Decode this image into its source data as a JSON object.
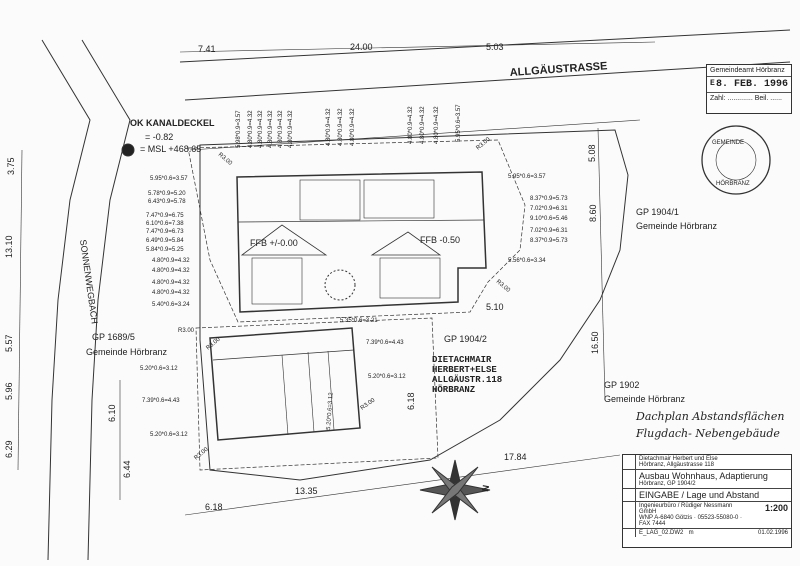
{
  "streets": {
    "main": "ALLGÄUSTRASSE",
    "side": "SONNENWEGBACH"
  },
  "top_dimensions": [
    "7.41",
    "24.00",
    "5.03"
  ],
  "benchmark": {
    "title": "OK KANALDECKEL",
    "value1": "= -0.82",
    "value2": "= MSL +468.65"
  },
  "rotated_distances": [
    "5.98*0.9=3.57",
    "4.80*0.9=4.32",
    "4.80*0.9=4.32",
    "4.80*0.9=4.32",
    "4.80*0.9=4.32",
    "4.80*0.9=4.32",
    "4.80*0.9=4.32",
    "4.80*0.9=4.32",
    "4.80*0.9=4.32",
    "4.80*0.9=4.32",
    "4.80*0.9=4.32",
    "4.80*0.9=4.32",
    "5.95*0.6=3.57"
  ],
  "left_distances": [
    "5.95*0.6=3.57",
    "5.78*0.9=5.20",
    "6.43*0.9=5.78",
    "7.47*0.9=6.75",
    "6.10*0.6=7.38",
    "7.47*0.9=6.73",
    "6.49*0.9=5.84",
    "5.84*0.9=5.25",
    "4.80*0.9=4.32",
    "4.80*0.9=4.32",
    "4.80*0.9=4.32",
    "4.80*0.9=4.32",
    "5.40*0.6=3.24"
  ],
  "right_distances": [
    "5.95*0.6=3.57",
    "8.37*0.9=5.73",
    "7.02*0.9=6.31",
    "9.10*0.6=5.46",
    "7.02*0.9=6.31",
    "8.37*0.9=5.73",
    "5.56*0.6=3.34"
  ],
  "house": {
    "ffb_left": "FFB +/-0.00",
    "ffb_right": "FFB -0.50",
    "r_labels": [
      "R3.00",
      "R3.00",
      "R3.00",
      "R3.00"
    ]
  },
  "annex": {
    "distances": [
      "5.35*0.6=3.21",
      "7.39*0.6=4.43",
      "5.20*0.6=3.12",
      "5.20*0.6=3.12",
      "7.39*0.6=4.43",
      "5.20*0.6=3.12",
      "5.20*0.6=3.12"
    ],
    "r_labels": [
      "R3.00",
      "R3.00",
      "R3.00"
    ],
    "width": "6.18"
  },
  "owner": {
    "line1": "DIETACHMAIR",
    "line2": "HERBERT+ELSE",
    "line3": "ALLGÄUSTR.118",
    "line4": "HÖRBRANZ"
  },
  "parcels": [
    {
      "gp": "GP 1689/5",
      "gemeinde": "Gemeinde Hörbranz"
    },
    {
      "gp": "GP 1904/2",
      "gemeinde": ""
    },
    {
      "gp": "GP 1904/1",
      "gemeinde": "Gemeinde Hörbranz"
    },
    {
      "gp": "GP 1902",
      "gemeinde": "Gemeinde Hörbranz"
    }
  ],
  "left_chain": [
    "3.75",
    "13.10",
    "5.57",
    "5.96",
    "6.29"
  ],
  "left_inner": [
    "6.10",
    "6.44"
  ],
  "right_chain": [
    "5.08",
    "8.60",
    "16.50"
  ],
  "right_inner": "5.10",
  "bottom_dimensions": [
    "6.18",
    "13.35",
    "17.84"
  ],
  "north": "N",
  "handwriting": {
    "line1": "Dachplan Abstandsflächen",
    "line2": "Flugdach- Nebengebäude"
  },
  "stamp": {
    "title": "Gemeindeamt Hörbranz",
    "prefix": "E",
    "date": "8. FEB. 1996",
    "zahl": "Zahl: ............. Beil. ......"
  },
  "seal": {
    "top": "GEMEINDE",
    "bottom": "HÖRBRANZ"
  },
  "title_block": {
    "client_line1": "Dietachmair Herbert und Else",
    "client_line2": "Hörbranz, Allgäustrasse 118",
    "project": "Ausbau Wohnhaus, Adaptierung",
    "project_sub": "Hörbranz, GP 1904/2",
    "content": "EINGABE / Lage und Abstand",
    "office": "Ingenieurbüro / Rüdiger Nessmann GmbH",
    "office_addr": "WNP A-6840 Götzis · 05523-55080-0 · FAX 7444",
    "plan_no": "E_LAG_02.DW2",
    "unit": "m",
    "scale": "1:200",
    "plan_date": "01.02.1996"
  },
  "colors": {
    "ink": "#222222",
    "paper": "#fbfbfb"
  }
}
